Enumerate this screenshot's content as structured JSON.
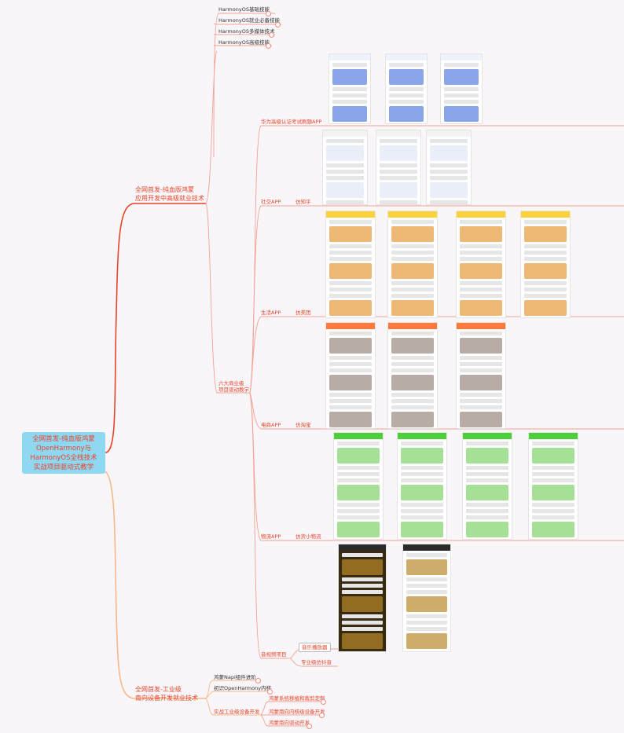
{
  "root": {
    "lines": [
      "全网首发-纯血版鸿蒙",
      "OpenHarmony与",
      "HarmonyOS全栈技术",
      "实战项目驱动式教学"
    ]
  },
  "branch_app": {
    "title_lines": [
      "全网首发-纯血版鸿蒙",
      "应用开发中高级就业技术"
    ],
    "skills": [
      "HarmonyOS基础技能",
      "HarmonyOS就业必备技能",
      "HarmonyOS多媒体技术",
      "HarmonyOS高级技能"
    ],
    "projects_title_lines": [
      "六大商业级",
      "项目驱动教学"
    ],
    "projects": [
      {
        "name": "华为高级认证考试刷题APP",
        "sub": ""
      },
      {
        "name": "社交APP",
        "sub": "仿知乎"
      },
      {
        "name": "生活APP",
        "sub": "仿美团"
      },
      {
        "name": "电商APP",
        "sub": "仿淘宝"
      },
      {
        "name": "物流APP",
        "sub": "仿货小物流"
      },
      {
        "name": "音视频项目",
        "sub": ""
      }
    ],
    "media_children": [
      "音乐播放器",
      "专业级仿抖音"
    ]
  },
  "branch_device": {
    "title_lines": [
      "全网首发-工业级",
      "南向设备开发就业技术"
    ],
    "children": [
      "鸿蒙Napi组件进阶",
      "初识OpenHarmony内核",
      "实战工业级设备开发"
    ],
    "device_children": [
      "鸿蒙系统移植和裁剪定制",
      "鸿蒙南向内核级设备开发",
      "鸿蒙南向驱动开发"
    ]
  },
  "colors": {
    "line": "#e8442a",
    "line_light": "#f4a196",
    "line_device": "#f5b98a",
    "root_bg": "#8fd8f2"
  }
}
